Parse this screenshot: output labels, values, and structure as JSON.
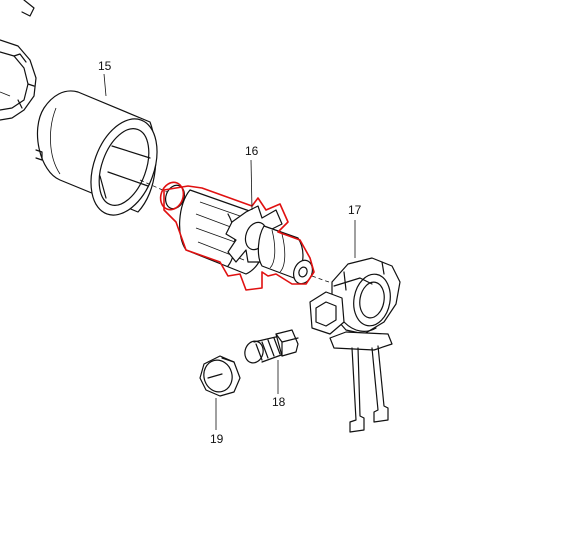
{
  "parts": [
    {
      "id": "15",
      "label": "15",
      "name": "field-housing"
    },
    {
      "id": "16",
      "label": "16",
      "name": "armature",
      "highlighted": true
    },
    {
      "id": "17",
      "label": "17",
      "name": "brush-holder"
    },
    {
      "id": "18",
      "label": "18",
      "name": "carbon-brush"
    },
    {
      "id": "19",
      "label": "19",
      "name": "brush-cap"
    }
  ],
  "highlight_color": "#e01010",
  "line_color": "#111111"
}
